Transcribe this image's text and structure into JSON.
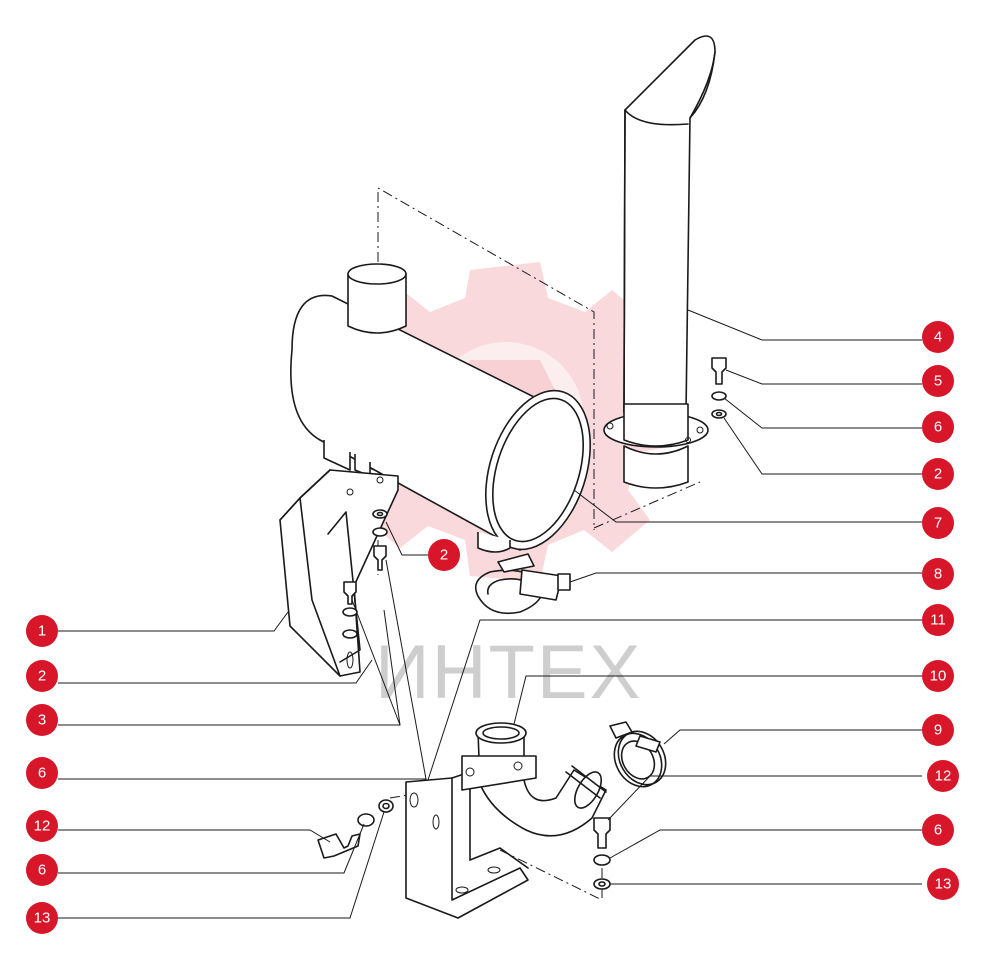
{
  "watermark": {
    "text": "ИНТЕХ",
    "logo": "gear-shield-logo",
    "color": "#d7162a"
  },
  "accent_color": "#d7162a",
  "callouts": [
    {
      "id": "c-1",
      "label": "1"
    },
    {
      "id": "c-2a",
      "label": "2"
    },
    {
      "id": "c-3",
      "label": "3"
    },
    {
      "id": "c-6a",
      "label": "6"
    },
    {
      "id": "c-12a",
      "label": "12"
    },
    {
      "id": "c-6b",
      "label": "6"
    },
    {
      "id": "c-13a",
      "label": "13"
    },
    {
      "id": "c-2b",
      "label": "2"
    },
    {
      "id": "c-4",
      "label": "4"
    },
    {
      "id": "c-5",
      "label": "5"
    },
    {
      "id": "c-6c",
      "label": "6"
    },
    {
      "id": "c-2c",
      "label": "2"
    },
    {
      "id": "c-7",
      "label": "7"
    },
    {
      "id": "c-8",
      "label": "8"
    },
    {
      "id": "c-11",
      "label": "11"
    },
    {
      "id": "c-10",
      "label": "10"
    },
    {
      "id": "c-9",
      "label": "9"
    },
    {
      "id": "c-12b",
      "label": "12"
    },
    {
      "id": "c-6d",
      "label": "6"
    },
    {
      "id": "c-13b",
      "label": "13"
    }
  ]
}
